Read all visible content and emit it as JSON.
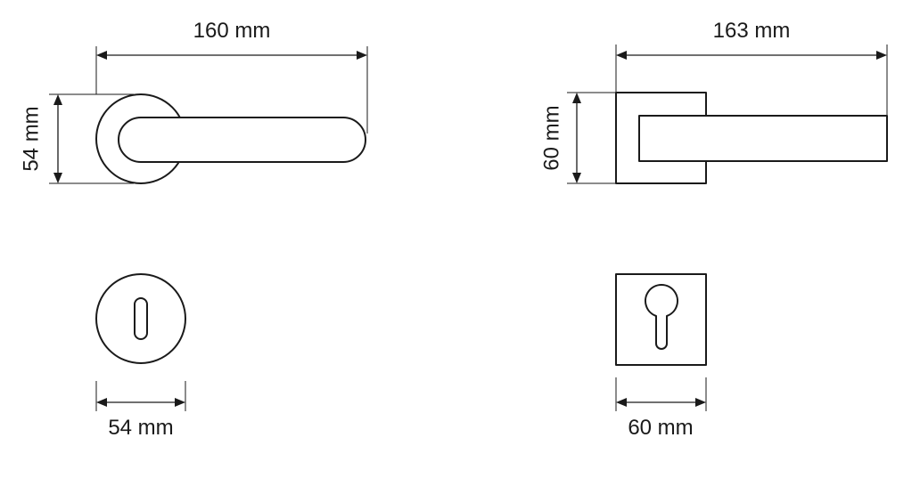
{
  "round_handle": {
    "length_label": "160 mm",
    "height_label": "54 mm"
  },
  "round_escutcheon": {
    "width_label": "54 mm"
  },
  "square_handle": {
    "length_label": "163 mm",
    "height_label": "60 mm"
  },
  "square_escutcheon": {
    "width_label": "60 mm"
  },
  "colors": {
    "line": "#1a1a1a",
    "background": "#ffffff"
  }
}
